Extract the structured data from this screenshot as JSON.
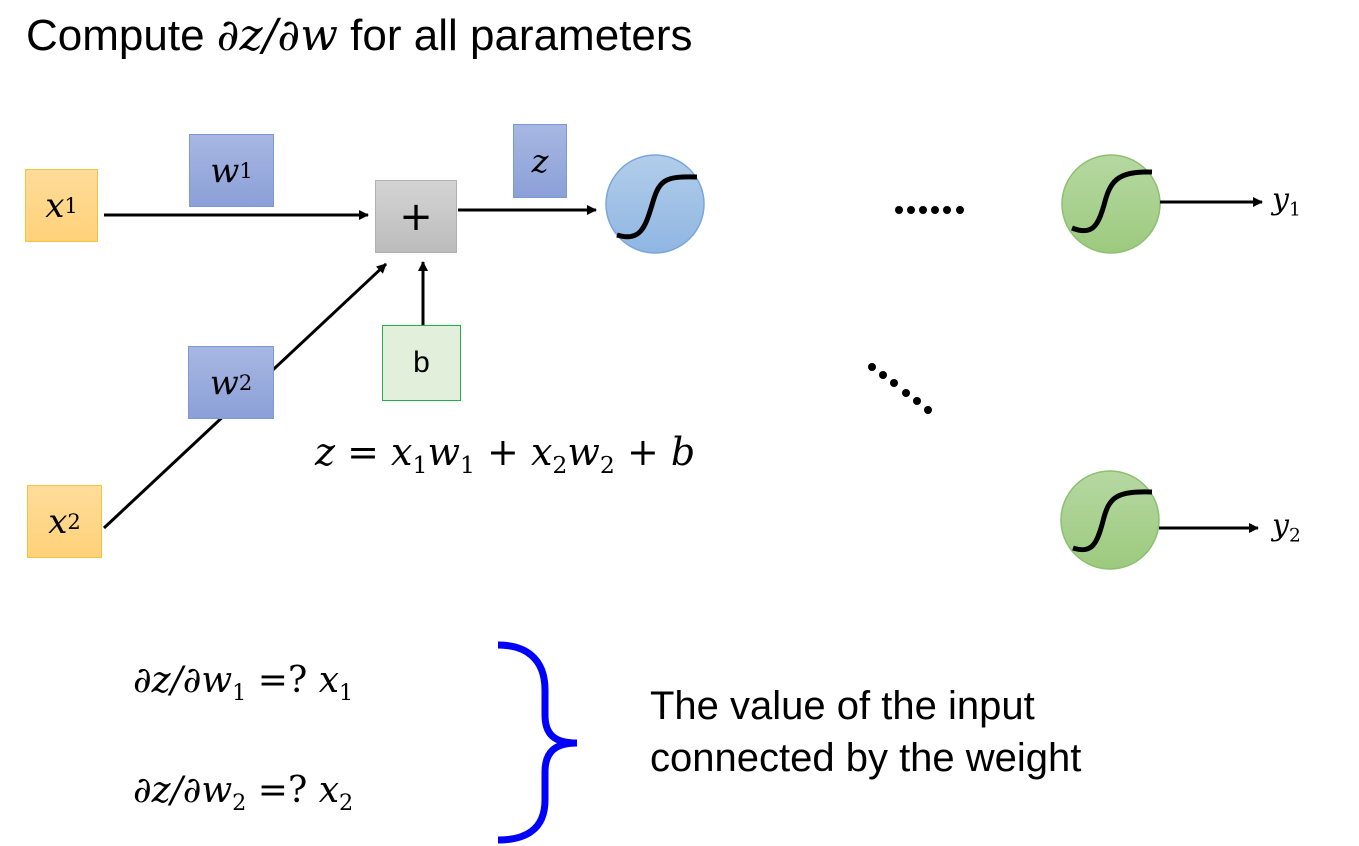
{
  "title": {
    "prefix": "Compute ",
    "math": "∂z/∂w",
    "suffix": " for all parameters"
  },
  "nodes": {
    "x1": {
      "var": "x",
      "sub": "1"
    },
    "x2": {
      "var": "x",
      "sub": "2"
    },
    "w1": {
      "var": "w",
      "sub": "1"
    },
    "w2": {
      "var": "w",
      "sub": "2"
    },
    "z": {
      "var": "z"
    },
    "plus": {
      "symbol": "+"
    },
    "bias": {
      "label": "b"
    },
    "y1": {
      "var": "y",
      "sub": "1"
    },
    "y2": {
      "var": "y",
      "sub": "2"
    }
  },
  "ellipsis": {
    "horizontal": "……",
    "diagonal": "......"
  },
  "equation": {
    "z": "z",
    "equals": " = ",
    "x": "x",
    "x1sub": "1",
    "w": "w",
    "w1sub": "1",
    "plus": " + ",
    "x2sub": "2",
    "w2sub": "2",
    "b": "b"
  },
  "derivatives": [
    {
      "lhs": "∂z/∂w",
      "sub": "1",
      "op": " =? ",
      "ans": "x",
      "ans_sub": "1"
    },
    {
      "lhs": "∂z/∂w",
      "sub": "2",
      "op": " =? ",
      "ans": "x",
      "ans_sub": "2"
    }
  ],
  "caption": {
    "line1": "The value of the input",
    "line2": "connected by the weight"
  },
  "colors": {
    "input_fill": "#ffd27a",
    "weight_fill": "#8ba0d8",
    "bias_fill": "#e2efda",
    "neuron_blue": "#9dc3e6",
    "neuron_green": "#a9d18e",
    "brace": "#0000ff"
  }
}
